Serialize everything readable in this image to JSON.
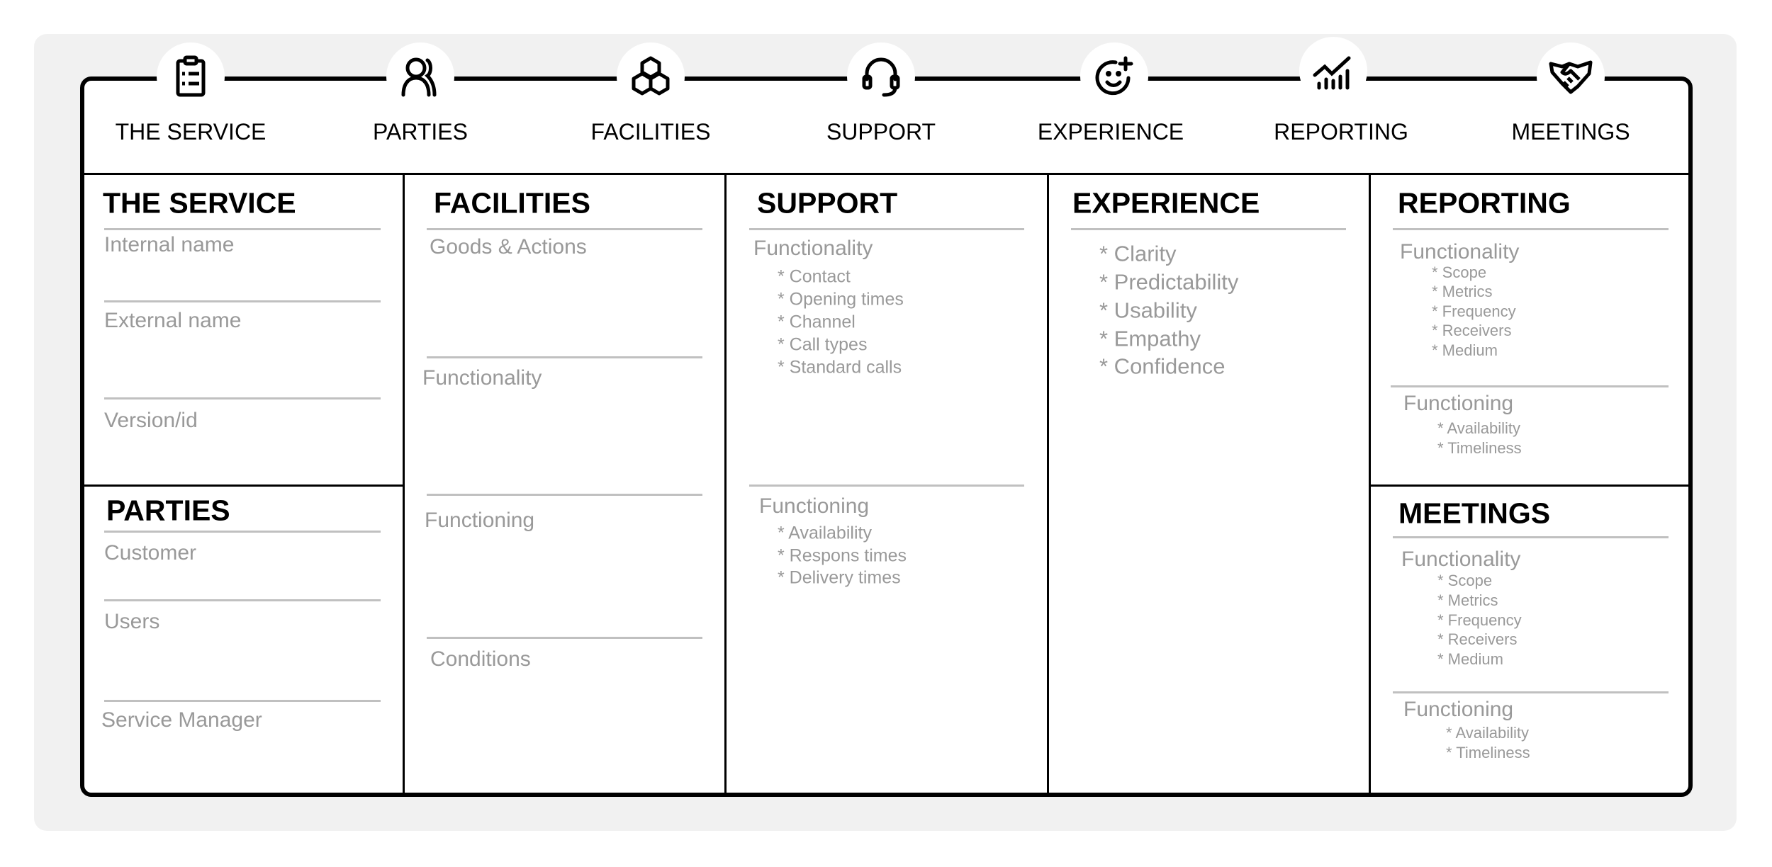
{
  "header": {
    "tabs": [
      {
        "label": "THE SERVICE",
        "icon": "clipboard-icon"
      },
      {
        "label": "PARTIES",
        "icon": "users-icon"
      },
      {
        "label": "FACILITIES",
        "icon": "boxes-icon"
      },
      {
        "label": "SUPPORT",
        "icon": "headset-icon"
      },
      {
        "label": "EXPERIENCE",
        "icon": "smiley-plus-icon"
      },
      {
        "label": "REPORTING",
        "icon": "chart-icon"
      },
      {
        "label": "MEETINGS",
        "icon": "handshake-icon"
      }
    ]
  },
  "service": {
    "title": "THE SERVICE",
    "fields": [
      "Internal name",
      "External name",
      "Version/id"
    ]
  },
  "parties": {
    "title": "PARTIES",
    "fields": [
      "Customer",
      "Users",
      "Service Manager"
    ]
  },
  "facilities": {
    "title": "FACILITIES",
    "fields": [
      "Goods & Actions",
      "Functionality",
      "Functioning",
      "Conditions"
    ]
  },
  "support": {
    "title": "SUPPORT",
    "functionality": {
      "label": "Functionality",
      "items": [
        "* Contact",
        "* Opening times",
        "* Channel",
        "* Call types",
        "* Standard calls"
      ]
    },
    "functioning": {
      "label": "Functioning",
      "items": [
        "* Availability",
        "* Respons times",
        "* Delivery times"
      ]
    }
  },
  "experience": {
    "title": "EXPERIENCE",
    "items": [
      "* Clarity",
      "* Predictability",
      "* Usability",
      "* Empathy",
      "* Confidence"
    ]
  },
  "reporting": {
    "title": "REPORTING",
    "functionality": {
      "label": "Functionality",
      "items": [
        "* Scope",
        "* Metrics",
        "* Frequency",
        "* Receivers",
        "* Medium"
      ]
    },
    "functioning": {
      "label": "Functioning",
      "items": [
        "* Availability",
        "* Timeliness"
      ]
    }
  },
  "meetings": {
    "title": "MEETINGS",
    "functionality": {
      "label": "Functionality",
      "items": [
        "* Scope",
        "* Metrics",
        "* Frequency",
        "* Receivers",
        "* Medium"
      ]
    },
    "functioning": {
      "label": "Functioning",
      "items": [
        "* Availability",
        "* Timeliness"
      ]
    }
  }
}
